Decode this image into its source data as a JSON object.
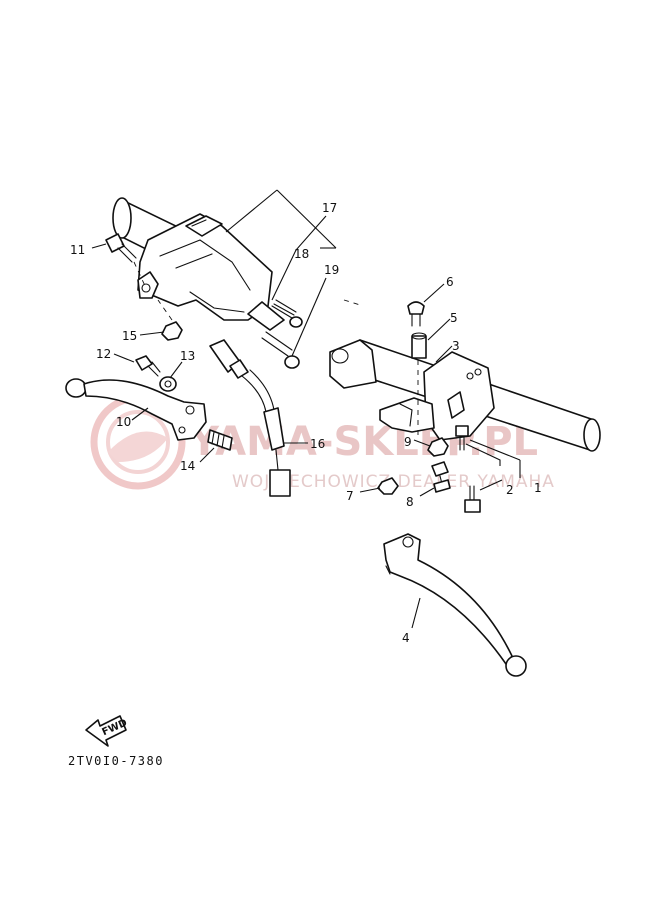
{
  "callouts": {
    "c1": "1",
    "c2": "2",
    "c3": "3",
    "c4": "4",
    "c5": "5",
    "c6": "6",
    "c7": "7",
    "c8": "8",
    "c9": "9",
    "c10": "10",
    "c11": "11",
    "c12": "12",
    "c13": "13",
    "c14": "14",
    "c15": "15",
    "c16": "16",
    "c17": "17",
    "c18": "18",
    "c19": "19"
  },
  "watermark": {
    "main": "YAMA-SKLEP.PL",
    "sub": "WOJCIECHOWICZ DEALER YAMAHA"
  },
  "fwd_label": "FWD",
  "diagram_code": "2TV0I0-7380",
  "colors": {
    "line": "#111111",
    "watermark": "#e9c6c6",
    "watermark_logo": "#f0c8c8"
  }
}
